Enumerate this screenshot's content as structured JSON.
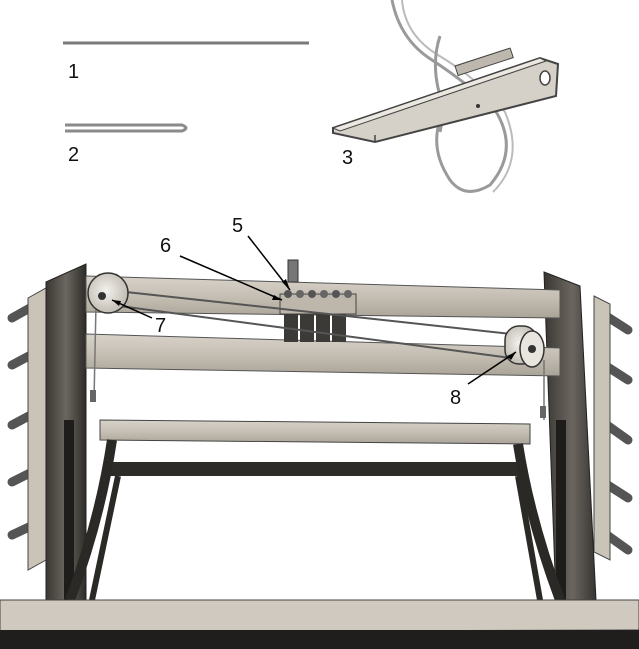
{
  "callouts": {
    "n1": "1",
    "n2": "2",
    "n3": "3",
    "n5": "5",
    "n6": "6",
    "n7": "7",
    "n8": "8"
  },
  "colors": {
    "wood_light": "#d2cdc4",
    "wood_mid": "#b9b3a8",
    "wood_dark": "#5a5650",
    "frame_dark": "#2b2926",
    "line_gray": "#777777",
    "cord_gray": "#8a8a8a"
  }
}
